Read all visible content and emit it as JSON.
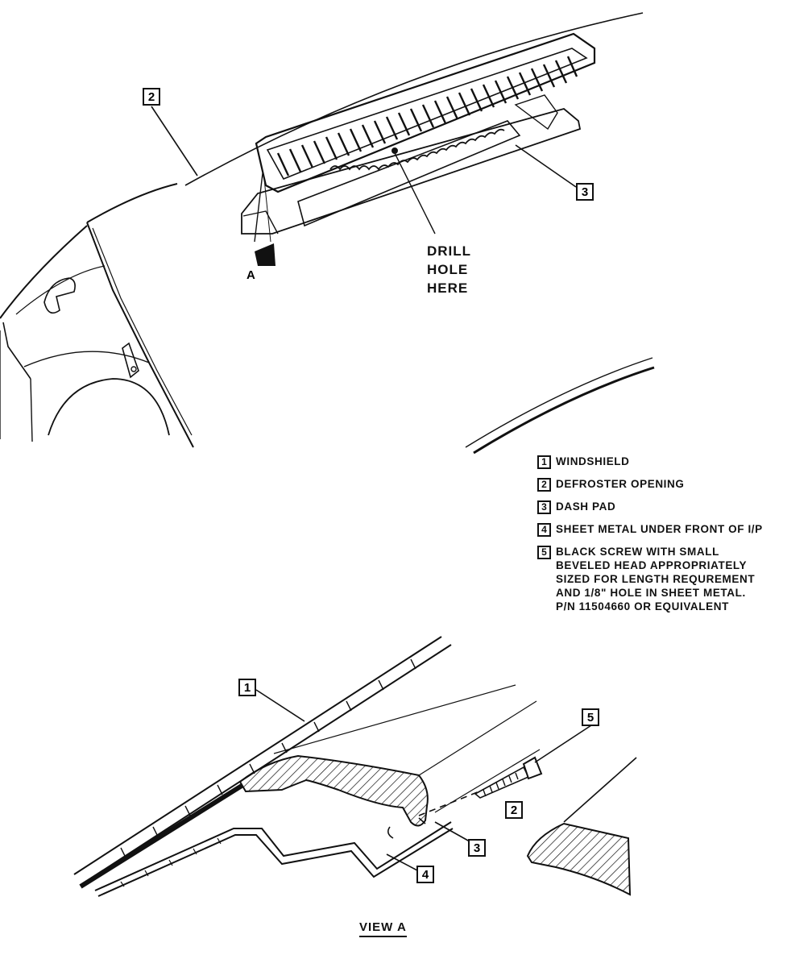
{
  "top_view": {
    "arrow_letter": "A",
    "drill_label": [
      "DRILL",
      "HOLE",
      "HERE"
    ],
    "callouts": [
      "2",
      "3"
    ]
  },
  "legend": [
    {
      "num": "1",
      "lines": [
        "WINDSHIELD"
      ]
    },
    {
      "num": "2",
      "lines": [
        "DEFROSTER OPENING"
      ]
    },
    {
      "num": "3",
      "lines": [
        "DASH PAD"
      ]
    },
    {
      "num": "4",
      "lines": [
        "SHEET METAL UNDER FRONT OF I/P"
      ]
    },
    {
      "num": "5",
      "lines": [
        "BLACK SCREW WITH SMALL",
        "BEVELED HEAD APPROPRIATELY",
        "SIZED FOR LENGTH REQUREMENT",
        "AND 1/8\" HOLE IN SHEET METAL.",
        "P/N 11504660 OR EQUIVALENT"
      ]
    }
  ],
  "view_a": {
    "label": "VIEW A",
    "callouts": [
      "1",
      "5",
      "2",
      "3",
      "4"
    ]
  }
}
